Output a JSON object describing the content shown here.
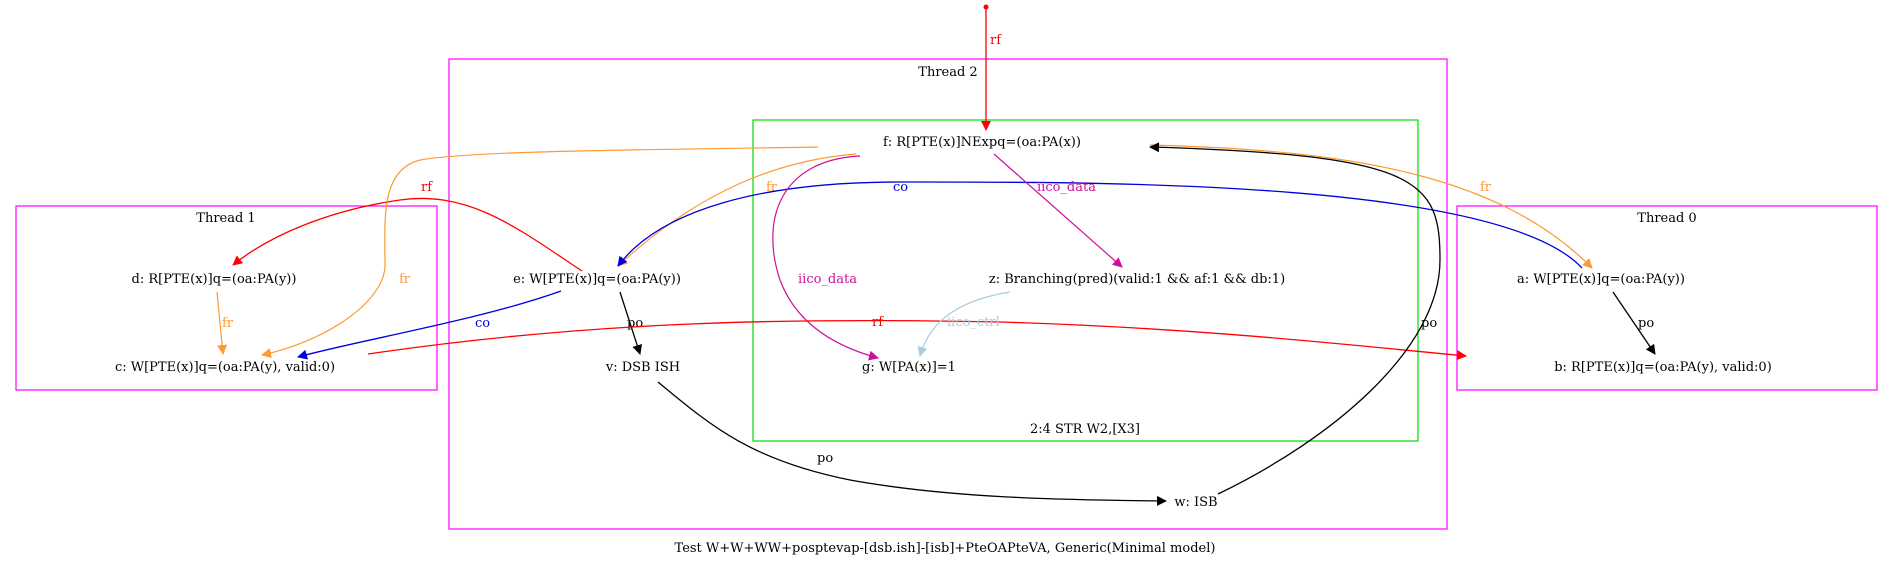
{
  "caption": "Test W+W+WW+posptevap-[dsb.ish]-[isb]+PteOAPteVA, Generic(Minimal model)",
  "clusters": {
    "thread2": "Thread 2",
    "thread1": "Thread 1",
    "thread0": "Thread 0",
    "str": "2:4 STR W2,[X3]"
  },
  "nodes": {
    "f": "f: R[PTE(x)]NExpq=(oa:PA(x))",
    "e": "e: W[PTE(x)]q=(oa:PA(y))",
    "z": "z: Branching(pred)(valid:1 && af:1 && db:1)",
    "g": "g: W[PA(x)]=1",
    "v": "v: DSB ISH",
    "w": "w: ISB",
    "d": "d: R[PTE(x)]q=(oa:PA(y))",
    "c": "c: W[PTE(x)]q=(oa:PA(y), valid:0)",
    "a": "a: W[PTE(x)]q=(oa:PA(y))",
    "b": "b: R[PTE(x)]q=(oa:PA(y), valid:0)"
  },
  "edge_labels": {
    "rf_init_f": "rf",
    "rf_e_d": "rf",
    "fr_f_c": "fr",
    "fr_f_e": "fr",
    "co_a_e": "co",
    "iico_data_f_z": "iico_data",
    "fr_f_a": "fr",
    "iico_data_f_g": "iico_data",
    "fr_d_c": "fr",
    "co_e_c": "co",
    "po_e_v": "po",
    "rf_c_b": "rf",
    "iico_ctrl_z_g": "iico_ctrl",
    "po_w_f": "po",
    "po_a_b": "po",
    "po_v_w": "po"
  },
  "colors": {
    "thread_cluster": "#ff00ff",
    "str_cluster": "#00dd00",
    "rf": "#ff0000",
    "fr": "#ff9933",
    "co": "#0000dd",
    "iico_data": "#cc1199",
    "iico_ctrl": "#a8cce0",
    "po": "#000000"
  }
}
